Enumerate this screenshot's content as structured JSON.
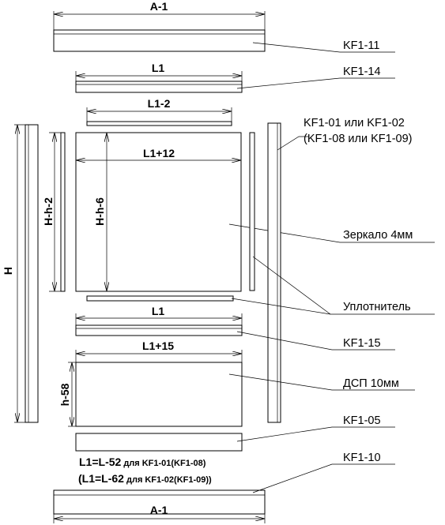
{
  "dimensions": {
    "top_width": "A-1",
    "kf14_width": "L1",
    "bar_width": "L1-2",
    "mirror_width": "L1+12",
    "seal_height": "H-h-2",
    "mirror_height": "H-h-6",
    "full_height": "H",
    "kf15_width": "L1",
    "chipboard_width": "L1+15",
    "chipboard_height": "h-58",
    "bottom_width": "A-1"
  },
  "callouts": {
    "kf1_11": "KF1-11",
    "kf1_14": "KF1-14",
    "side_profile_line1": "KF1-01 или KF1-02",
    "side_profile_line2": "(KF1-08 или KF1-09)",
    "mirror": "Зеркало 4мм",
    "seal": "Уплотнитель",
    "kf1_15": "KF1-15",
    "chipboard": "ДСП 10мм",
    "kf1_05": "KF1-05",
    "kf1_10": "KF1-10"
  },
  "notes": {
    "l1_formula_a_main": "L1=L-52",
    "l1_formula_a_suffix": "для",
    "l1_formula_a_ref": "KF1-01(KF1-08)",
    "l1_formula_b_open": "(L1=L-62",
    "l1_formula_b_suffix": "для",
    "l1_formula_b_ref": "KF1-02(KF1-09))"
  }
}
